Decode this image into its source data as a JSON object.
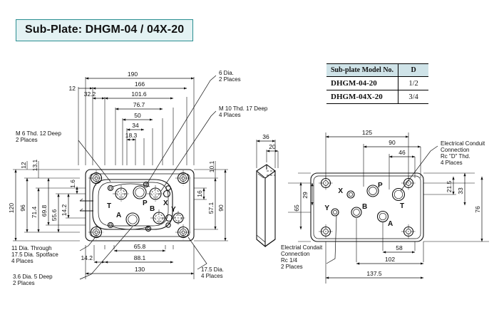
{
  "title": {
    "text": "Sub-Plate: DHGM-04 / 04X-20"
  },
  "model_table": {
    "headers": [
      "Sub-plate Model No.",
      "D"
    ],
    "rows": [
      {
        "model": "DHGM-04-20",
        "d": "1/2"
      },
      {
        "model": "DHGM-04X-20",
        "d": "3/4"
      }
    ]
  },
  "front_view": {
    "top_dims": [
      "190",
      "166",
      "101.6",
      "76.7",
      "50",
      "34",
      "18.3",
      "32.2",
      "12"
    ],
    "left_dims": [
      "120",
      "96",
      "71.4",
      "69.8",
      "55.6",
      "14.2",
      "1.6",
      "13.1",
      "12"
    ],
    "right_dims": [
      "10.1",
      "16",
      "57.1",
      "90"
    ],
    "bottom_dims": [
      "65.8",
      "88.1",
      "130",
      "14.2"
    ],
    "ports": [
      "T",
      "A",
      "P",
      "B",
      "X",
      "Y"
    ],
    "notes": [
      {
        "line1": "M 6 Thd. 12 Deep",
        "line2": "2 Places"
      },
      {
        "line1": "6 Dia.",
        "line2": "2 Places"
      },
      {
        "line1": "M 10 Thd. 17 Deep",
        "line2": "4 Places"
      },
      {
        "line1": "11 Dia. Through",
        "line2": "17.5 Dia. Spotface",
        "line3": "4 Places"
      },
      {
        "line1": "3.6 Dia. 5 Deep",
        "line2": "2 Places"
      },
      {
        "line1": "17.5 Dia.",
        "line2": "4 Places"
      }
    ]
  },
  "side_view": {
    "dims": [
      "36",
      "20"
    ]
  },
  "bottom_view": {
    "top_dims": [
      "125",
      "90",
      "46"
    ],
    "left_dims": [
      "65",
      "29"
    ],
    "right_dims": [
      "21.5",
      "33",
      "76"
    ],
    "bottom_dims": [
      "58",
      "102",
      "137.5"
    ],
    "ports": [
      "X",
      "P",
      "T",
      "Y",
      "B",
      "A"
    ],
    "notes": [
      {
        "line1": "Electrical Conduit",
        "line2": "Connection",
        "line3": "Rc \"D\" Thd.",
        "line4": "4 Places"
      },
      {
        "line1": "Electrial Condait",
        "line2": "Connection",
        "line3": "Rc 1/4",
        "line4": "2 Places"
      }
    ]
  },
  "colors": {
    "banner_bg": "#e3f2f3",
    "banner_border": "#2b8f92",
    "table_header_bg": "#cfe3e8",
    "line": "#111111"
  }
}
